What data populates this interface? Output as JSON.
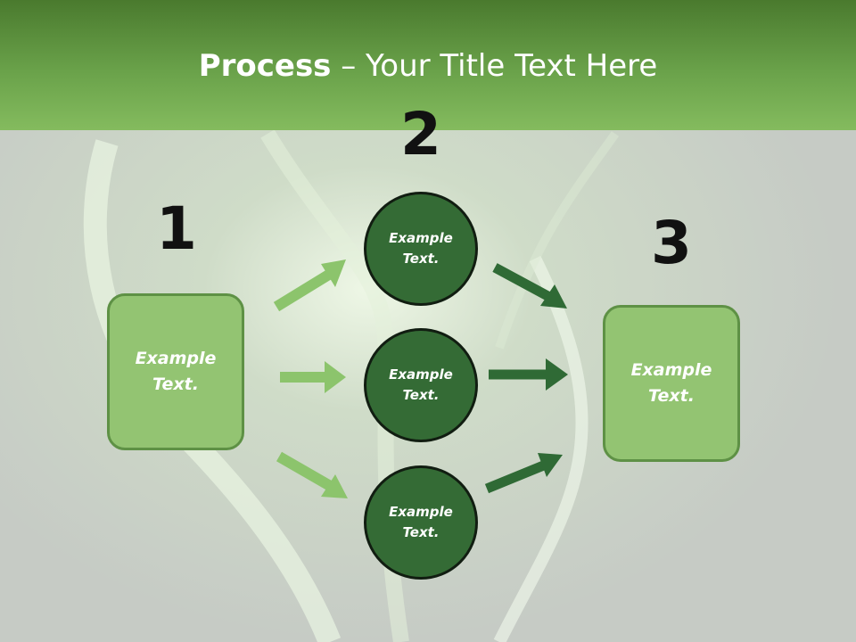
{
  "slide": {
    "title_bold": "Process",
    "title_rest": " – Your Title Text Here"
  },
  "steps": {
    "left": {
      "number": "1",
      "text": "Example Text."
    },
    "middle": {
      "number": "2",
      "items": [
        {
          "text": "Example Text."
        },
        {
          "text": "Example Text."
        },
        {
          "text": "Example Text."
        }
      ]
    },
    "right": {
      "number": "3",
      "text": "Example Text."
    }
  },
  "colors": {
    "header": "#6aa24a",
    "box_fill": "#93c472",
    "circle_fill": "#346b35",
    "arrow_light": "#8cc46c",
    "arrow_dark": "#2f6a35"
  }
}
